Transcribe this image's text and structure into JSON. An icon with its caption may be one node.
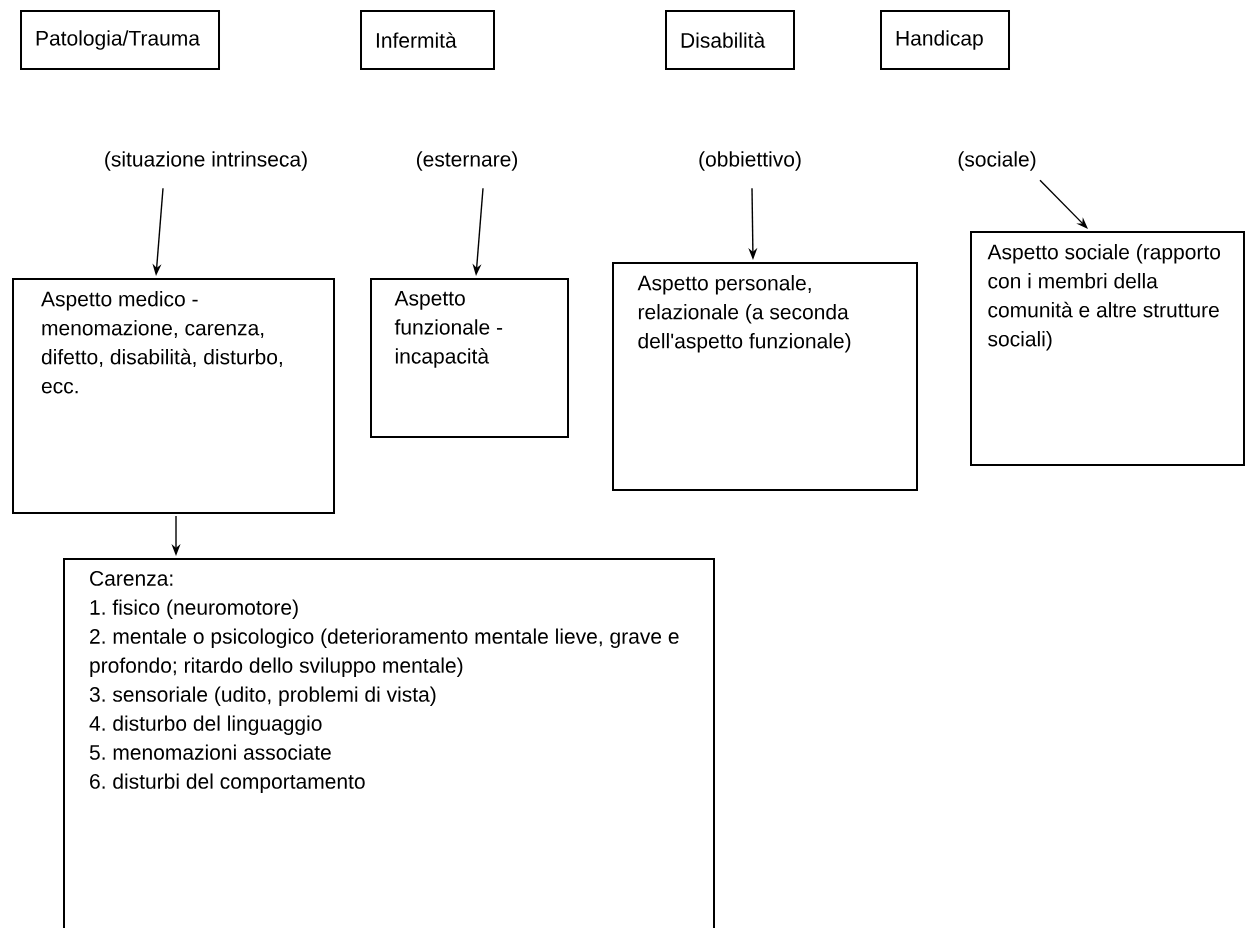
{
  "diagram": {
    "nodes": [
      {
        "text": [
          "Patologia/Trauma"
        ]
      },
      {
        "text": [
          "Infermità"
        ]
      },
      {
        "text": [
          "Disabilità"
        ]
      },
      {
        "text": [
          "Handicap"
        ]
      },
      {
        "text": [
          "(situazione intrinseca)"
        ]
      },
      {
        "text": [
          "(esternare)"
        ]
      },
      {
        "text": [
          "(obbiettivo)"
        ]
      },
      {
        "text": [
          "(sociale)"
        ]
      },
      {
        "text": [
          "Aspetto medico - menomazione, carenza, difetto, disabilità, disturbo, ecc."
        ]
      },
      {
        "text": [
          "Aspetto funzionale - incapacità"
        ]
      },
      {
        "text": [
          "Aspetto personale, relazionale (a seconda dell'aspetto funzionale)"
        ]
      },
      {
        "text": [
          "Aspetto sociale (rapporto con i membri della comunità e altre strutture sociali)"
        ]
      },
      {
        "text": [
          "Carenza:",
          "1. fisico (neuromotore)",
          "2. mentale o psicologico (deterioramento mentale lieve, grave e profondo; ritardo dello sviluppo mentale)",
          "3. sensoriale (udito, problemi di vista)",
          "4. disturbo del linguaggio",
          "5. menomazioni associate",
          "6. disturbi del comportamento"
        ]
      }
    ],
    "edges": [
      {
        "from": 4,
        "to": 8,
        "arrow": "to"
      },
      {
        "from": 5,
        "to": 9,
        "arrow": "to"
      },
      {
        "from": 6,
        "to": 10,
        "arrow": "to"
      },
      {
        "from": 7,
        "to": 11,
        "arrow": "to"
      },
      {
        "from": 8,
        "to": 12,
        "arrow": "to"
      }
    ]
  }
}
